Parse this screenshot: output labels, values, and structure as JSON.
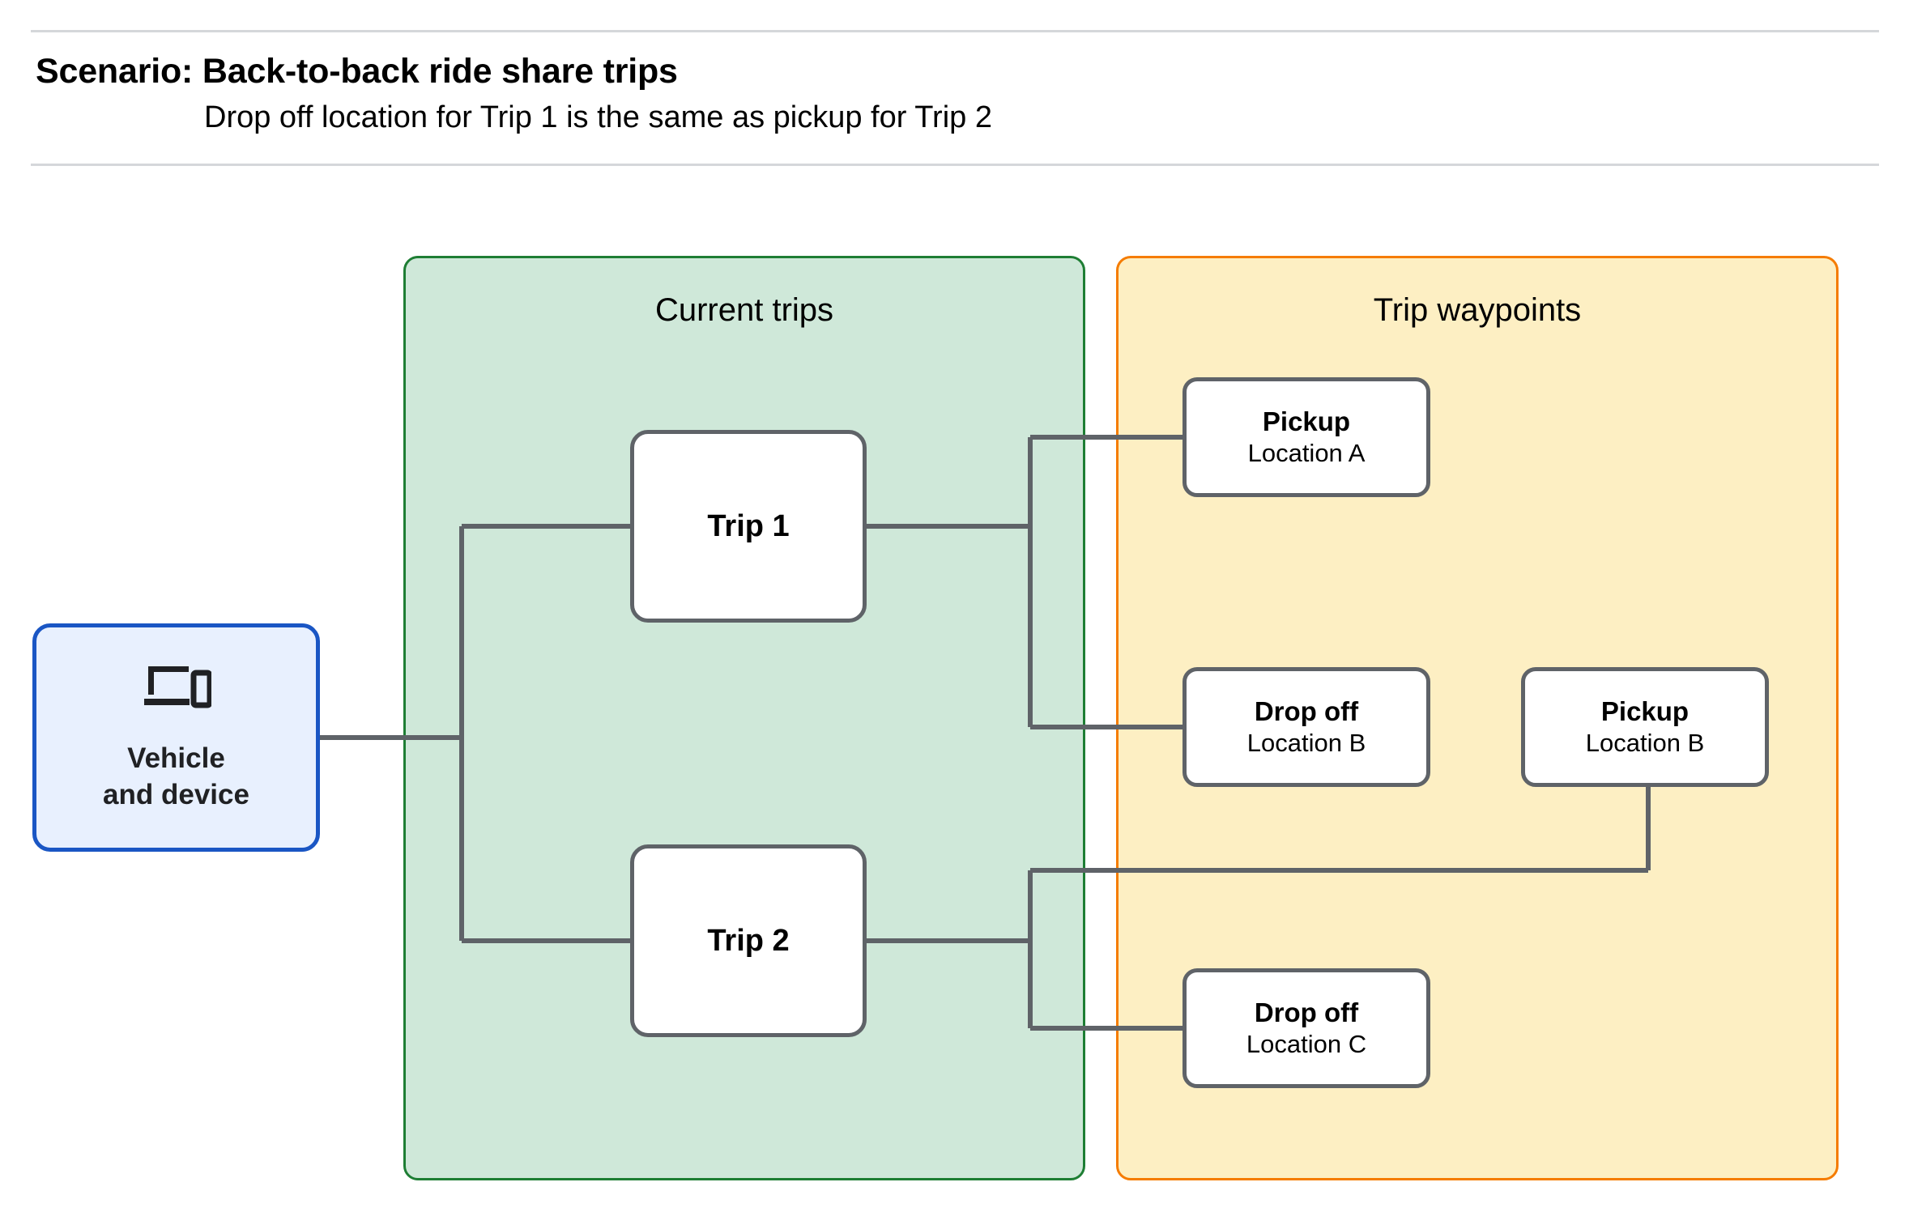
{
  "header": {
    "title": "Scenario: Back-to-back ride share trips",
    "subtitle": "Drop off  location for Trip 1 is the same as pickup for Trip 2"
  },
  "groups": {
    "current_trips": {
      "title": "Current trips"
    },
    "trip_waypoints": {
      "title": "Trip waypoints"
    }
  },
  "nodes": {
    "vehicle": {
      "icon": "laptop-and-phone-icon",
      "line1": "Vehicle",
      "line2": "and device"
    },
    "trip1": {
      "label": "Trip 1"
    },
    "trip2": {
      "label": "Trip 2"
    },
    "pickup_a": {
      "kind": "Pickup",
      "location": "Location A"
    },
    "dropoff_b": {
      "kind": "Drop off",
      "location": "Location B"
    },
    "pickup_b": {
      "kind": "Pickup",
      "location": "Location B"
    },
    "dropoff_c": {
      "kind": "Drop off",
      "location": "Location C"
    }
  },
  "colors": {
    "vehicle_fill": "#e8f0fe",
    "vehicle_border": "#1a56c4",
    "current_trips_fill": "#cfe8d9",
    "current_trips_border": "#1e7e34",
    "trip_waypoints_fill": "#fdefc3",
    "trip_waypoints_border": "#f57c00",
    "node_fill": "#ffffff",
    "node_border": "#5f6368",
    "connector": "#5f6368",
    "rule": "#d5d7da"
  },
  "connections": [
    {
      "from": "vehicle",
      "to": "trip1"
    },
    {
      "from": "vehicle",
      "to": "trip2"
    },
    {
      "from": "trip1",
      "to": "pickup_a"
    },
    {
      "from": "trip1",
      "to": "dropoff_b"
    },
    {
      "from": "trip2",
      "to": "pickup_b"
    },
    {
      "from": "trip2",
      "to": "dropoff_c"
    }
  ]
}
